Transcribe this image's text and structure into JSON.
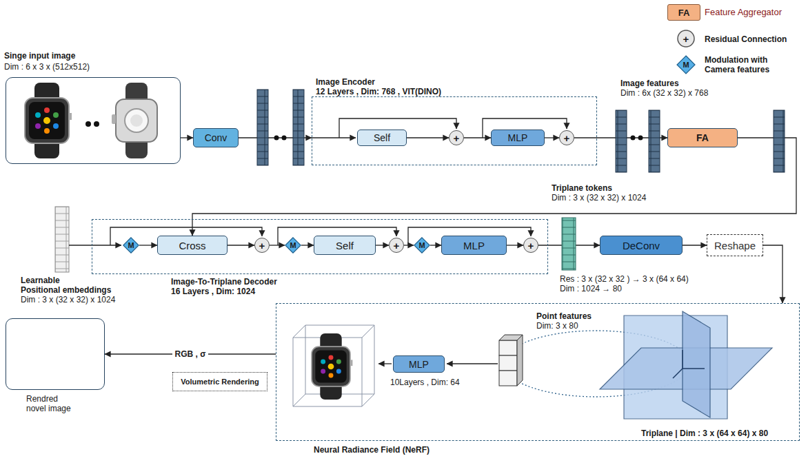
{
  "diagram": {
    "nodes": [
      {
        "text": [
          "Singe input image",
          "Dim : 6 x 3 x (512x512)"
        ]
      },
      {
        "text": [
          "Conv"
        ]
      },
      {
        "text": [
          "Image Encoder",
          "12 Layers , Dim: 768 , VIT(DINO)"
        ]
      },
      {
        "text": [
          "Self"
        ],
        "in": 2
      },
      {
        "text": [
          "+"
        ],
        "in": 2
      },
      {
        "text": [
          "MLP"
        ],
        "in": 2
      },
      {
        "text": [
          "+"
        ],
        "in": 2
      },
      {
        "text": [
          "FA"
        ]
      },
      {
        "text": [
          "Image-To-Triplane Decoder",
          "16 Layers , Dim: 1024"
        ]
      },
      {
        "text": [
          "M"
        ],
        "in": 8
      },
      {
        "text": [
          "Cross"
        ],
        "in": 8
      },
      {
        "text": [
          "+"
        ],
        "in": 8
      },
      {
        "text": [
          "M"
        ],
        "in": 8
      },
      {
        "text": [
          "Self"
        ],
        "in": 8
      },
      {
        "text": [
          "+"
        ],
        "in": 8
      },
      {
        "text": [
          "M"
        ],
        "in": 8
      },
      {
        "text": [
          "MLP"
        ],
        "in": 8
      },
      {
        "text": [
          "+"
        ],
        "in": 8
      },
      {
        "text": [
          "DeConv"
        ]
      },
      {
        "text": [
          "Reshape"
        ]
      },
      {
        "text": [
          "Neural Radiance Field (NeRF)"
        ]
      },
      {
        "text": [
          "MLP"
        ],
        "in": 20
      },
      {
        "text": [
          "Volumetric Rendering"
        ]
      },
      {
        "text": [
          "Rendred novel image"
        ]
      }
    ],
    "edges": [
      {
        "from": 0,
        "to": 1,
        "arrow": "to"
      },
      {
        "from": 1,
        "to": 2,
        "arrow": "to"
      },
      {
        "from": 3,
        "to": 4,
        "arrow": "to"
      },
      {
        "from": 4,
        "to": 5,
        "arrow": "to"
      },
      {
        "from": 5,
        "to": 6,
        "arrow": "to"
      },
      {
        "from": 6,
        "to": 7,
        "arrow": "to"
      },
      {
        "from": 7,
        "to": 10,
        "arrow": "to"
      },
      {
        "from": 9,
        "to": 10,
        "arrow": "to"
      },
      {
        "from": 10,
        "to": 11,
        "arrow": "to"
      },
      {
        "from": 11,
        "to": 12,
        "arrow": "to"
      },
      {
        "from": 12,
        "to": 13,
        "arrow": "to"
      },
      {
        "from": 13,
        "to": 14,
        "arrow": "to"
      },
      {
        "from": 14,
        "to": 15,
        "arrow": "to"
      },
      {
        "from": 15,
        "to": 16,
        "arrow": "to"
      },
      {
        "from": 16,
        "to": 17,
        "arrow": "to"
      },
      {
        "from": 17,
        "to": 18,
        "arrow": "to"
      },
      {
        "from": 18,
        "to": 19,
        "arrow": "to"
      },
      {
        "from": 19,
        "to": 20,
        "arrow": "to"
      },
      {
        "from": 20,
        "to": 23,
        "label": "RGB , σ",
        "arrow": "to"
      }
    ],
    "labels": [
      "FA",
      "+",
      "M",
      "Image features",
      "Dim : 6x (32 x 32) x 768",
      "Triplane tokens",
      "Dim : 3 x (32 x 32) x 1024",
      "Learnable",
      "Positional embeddings",
      "Dim : 3 x (32 x 32) x 1024",
      "Res : 3 x (32 x 32 ) → 3 x (64 x 64)",
      "Dim : 1024 → 80",
      "Point features",
      "Dim: 3 x 80",
      "10Layers , Dim: 64",
      "Triplane | Dim : 3 x (64 x 64) x 80"
    ],
    "legend": [
      {
        "text": "Feature Aggregator",
        "color": "#f4b183"
      },
      {
        "text": "Residual Connection"
      },
      {
        "text": "Modulation with Camera features"
      }
    ]
  }
}
